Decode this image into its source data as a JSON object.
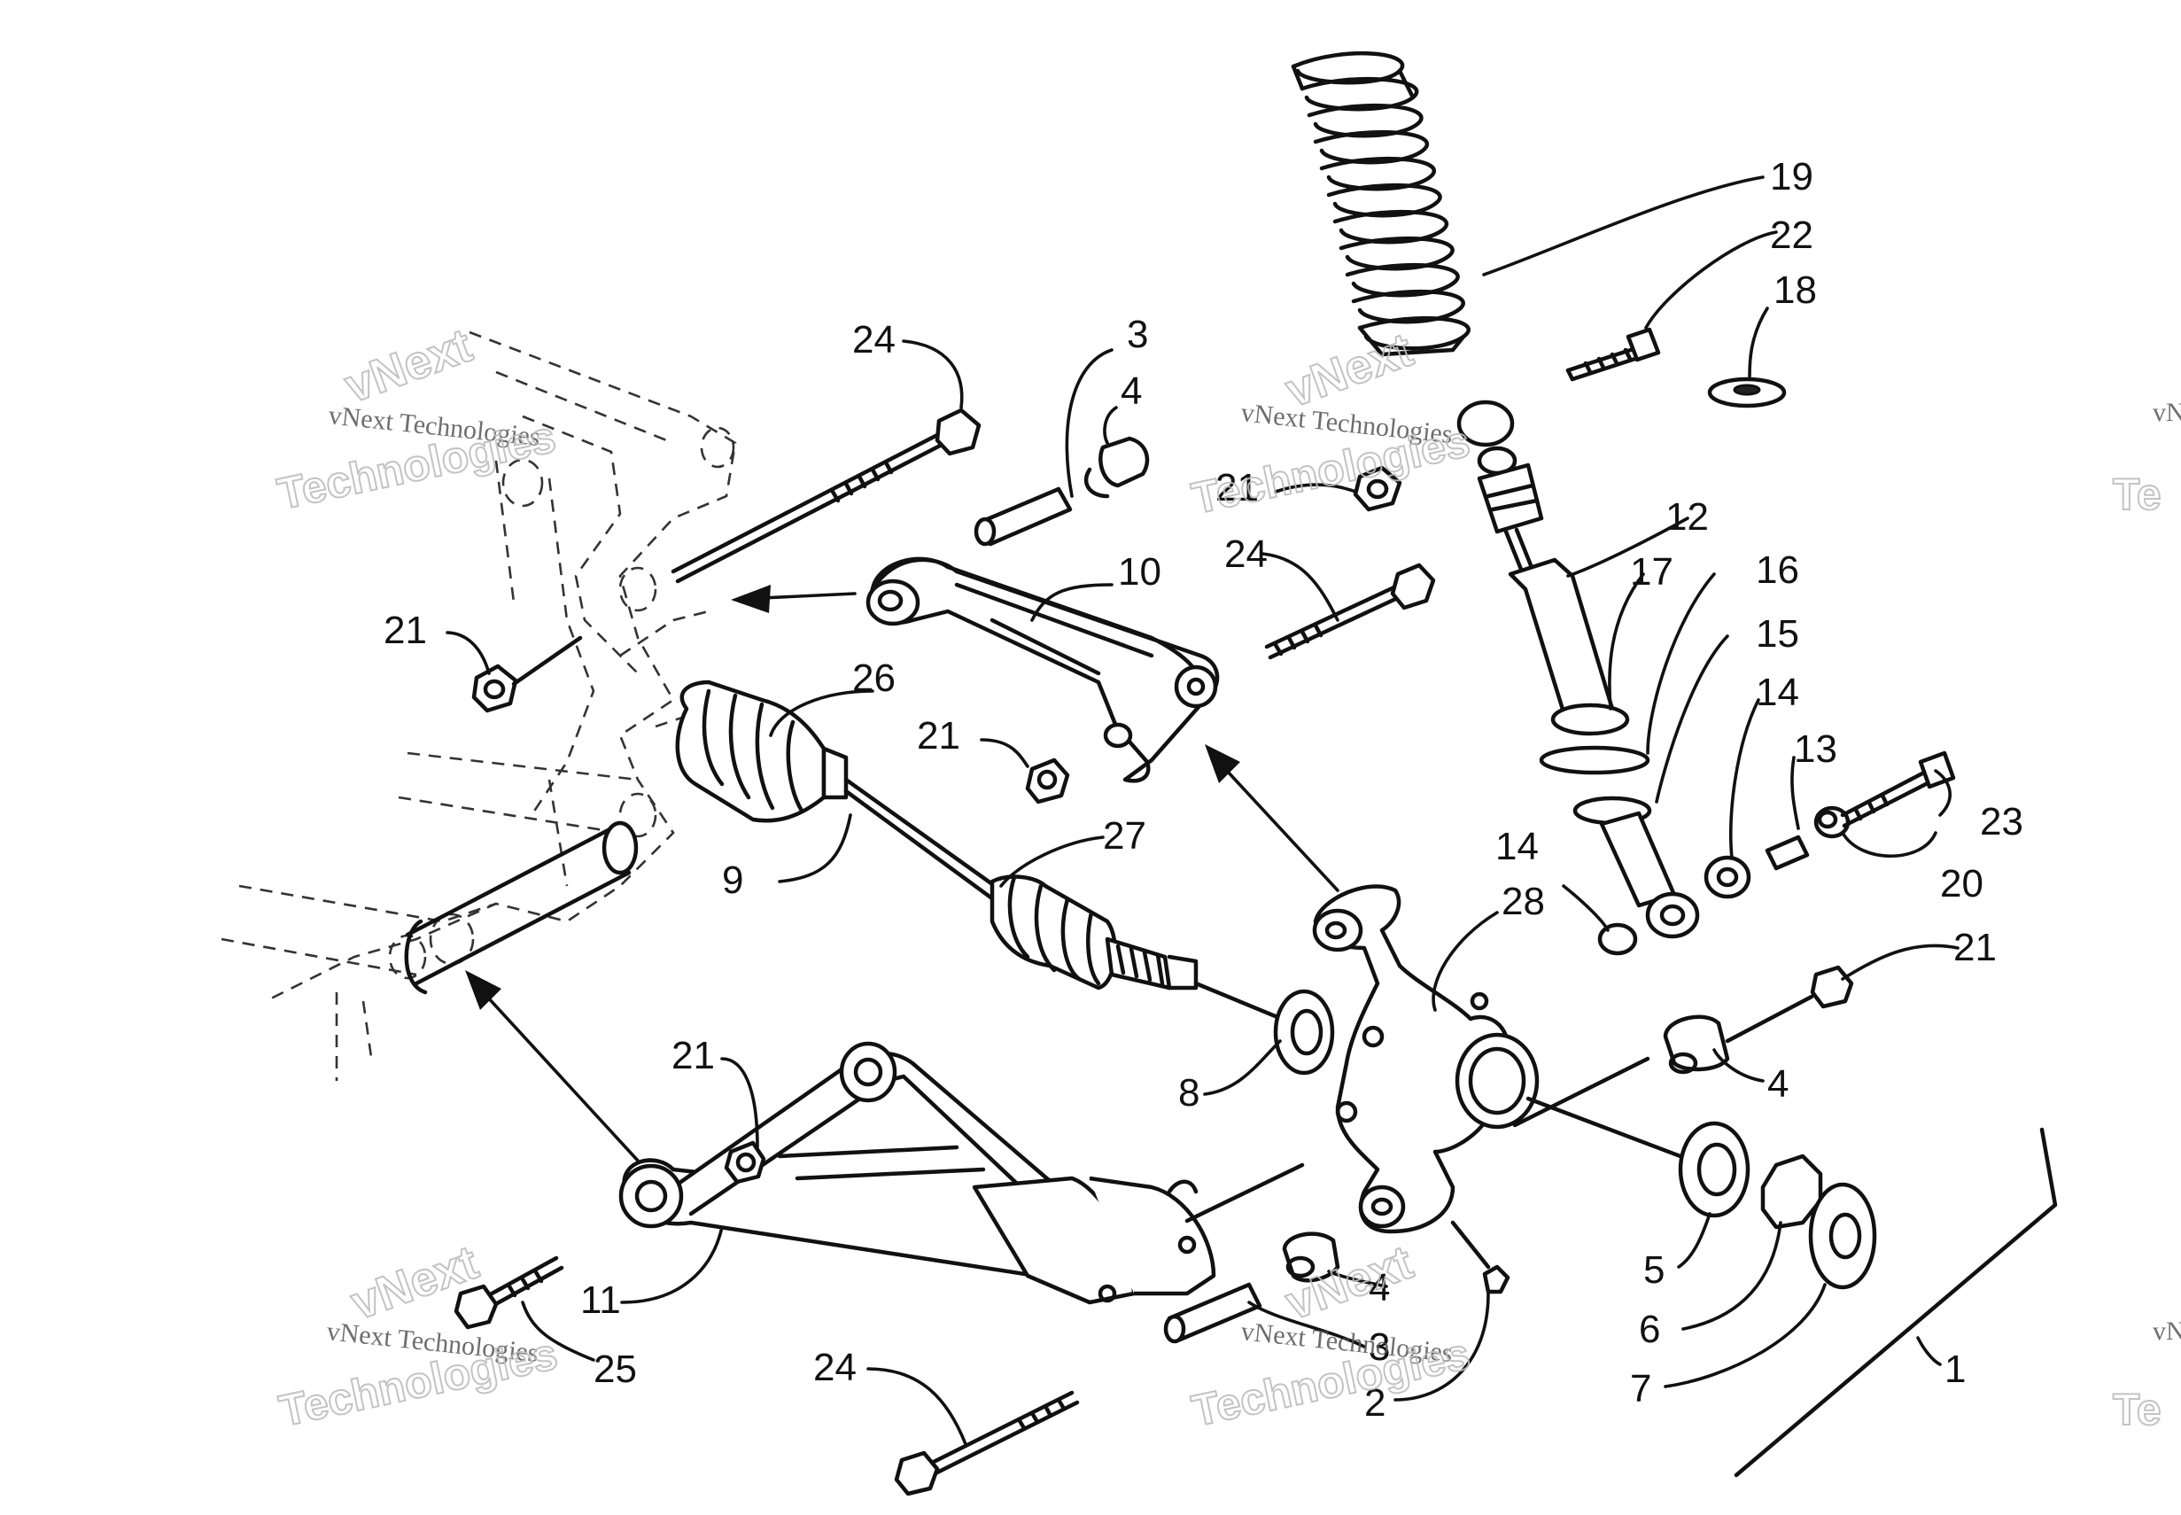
{
  "watermark": {
    "company_line": "vNext Technologies",
    "word_a": "vNext",
    "word_b": "Technologies",
    "edge_a": "vN",
    "edge_b": "Te"
  },
  "callouts": {
    "c1": "1",
    "c2": "2",
    "c3a": "3",
    "c3b": "3",
    "c4a": "4",
    "c4b": "4",
    "c4c": "4",
    "c5": "5",
    "c6": "6",
    "c7": "7",
    "c8": "8",
    "c9": "9",
    "c10": "10",
    "c11": "11",
    "c12": "12",
    "c13": "13",
    "c14a": "14",
    "c14b": "14",
    "c15": "15",
    "c16": "16",
    "c17": "17",
    "c18": "18",
    "c19": "19",
    "c20": "20",
    "c21a": "21",
    "c21b": "21",
    "c21c": "21",
    "c21d": "21",
    "c21e": "21",
    "c22": "22",
    "c23": "23",
    "c24a": "24",
    "c24b": "24",
    "c24c": "24",
    "c25": "25",
    "c26": "26",
    "c27": "27",
    "c28": "28"
  },
  "icons": {
    "coil_spring": "coil-spring-icon",
    "shock_absorber": "shock-absorber-icon",
    "upper_arm": "upper-control-arm-icon",
    "lower_arm": "lower-a-arm-icon",
    "axle": "drive-axle-icon",
    "knuckle": "steering-knuckle-icon",
    "frame": "frame-outline-icon"
  },
  "colors": {
    "ink": "#111111",
    "watermark": "#bdbdbd",
    "background": "#ffffff"
  }
}
